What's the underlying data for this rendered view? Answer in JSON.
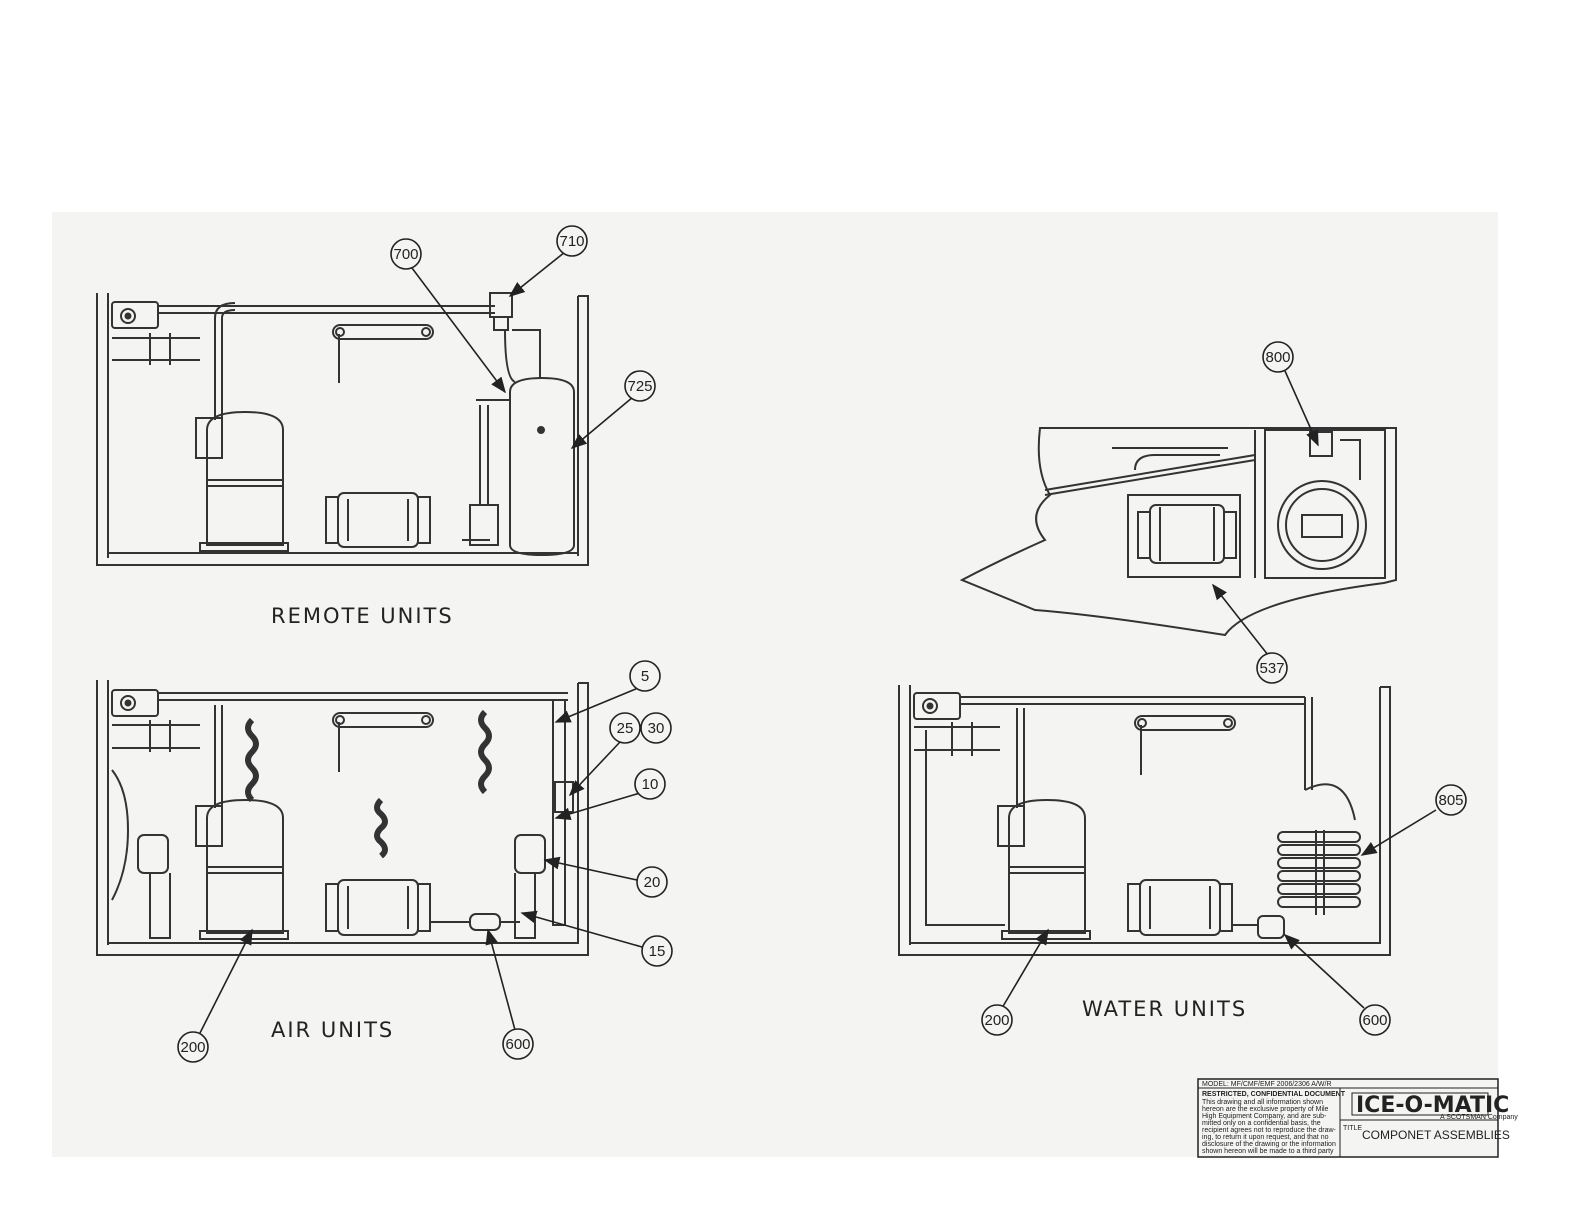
{
  "views": {
    "remote": {
      "caption": "REMOTE UNITS",
      "callouts": [
        "700",
        "710",
        "725"
      ]
    },
    "air": {
      "caption": "AIR UNITS",
      "callouts": [
        "5",
        "25",
        "30",
        "10",
        "20",
        "15",
        "200",
        "600"
      ]
    },
    "water": {
      "caption": "WATER UNITS",
      "callouts": [
        "805",
        "200",
        "600"
      ]
    },
    "detail": {
      "callouts": [
        "800",
        "537"
      ]
    }
  },
  "title_block": {
    "model": "MODEL: MF/CMF/EMF 2006/2306 A/W/R",
    "restricted": "RESTRICTED, CONFIDENTIAL DOCUMENT",
    "notice": [
      "This drawing and all information shown",
      "hereon are the exclusive property of Mile",
      "High Equipment Company, and are sub-",
      "mitted only on a confidential basis, the",
      "recipient agrees not to reproduce the draw-",
      "ing, to return it upon request, and that no",
      "disclosure of the drawing or the information",
      "shown hereon will be made to a third party"
    ],
    "brand": "ICE-O-MATIC",
    "brand_sub": "A SCOTSMAN Company",
    "title_label": "TITLE",
    "title": "COMPONET ASSEMBLIES"
  }
}
